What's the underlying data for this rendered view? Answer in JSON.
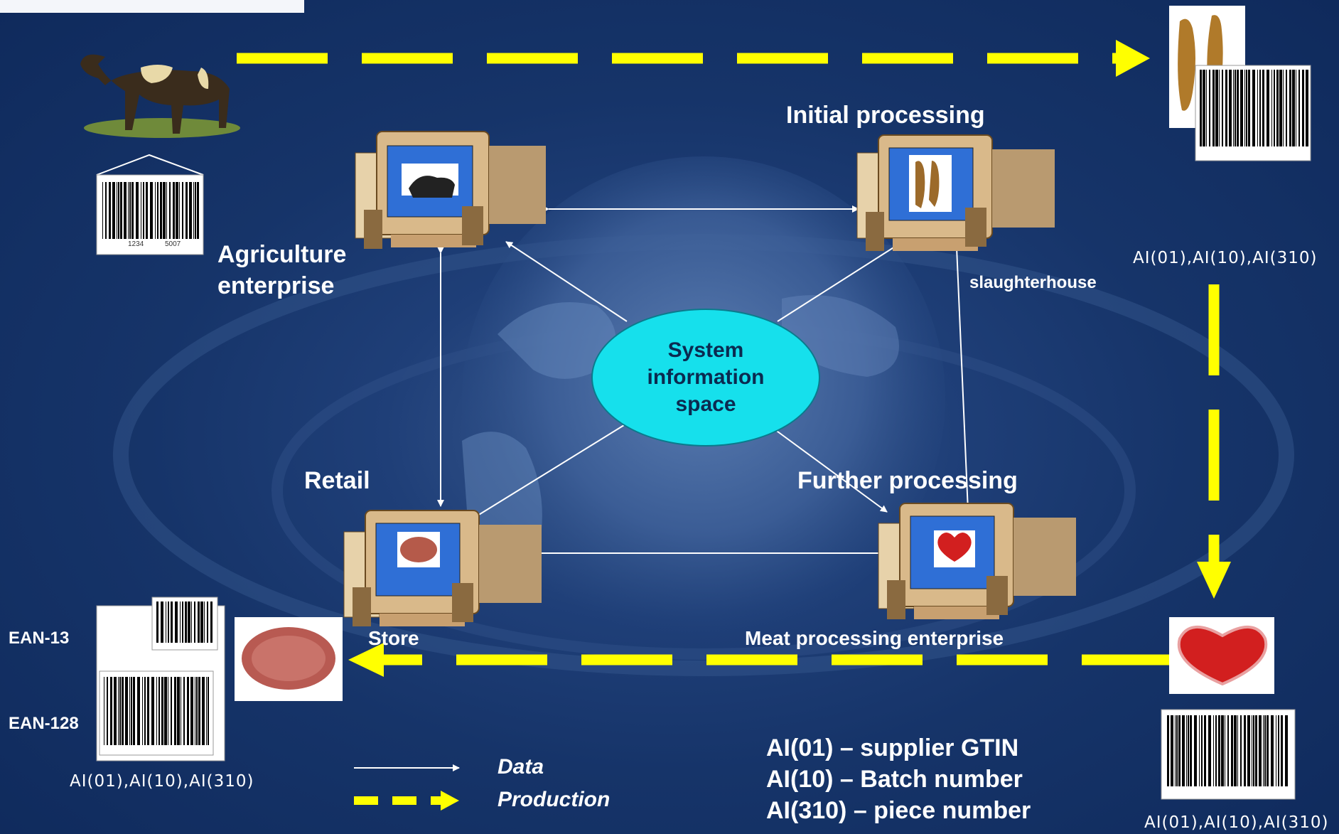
{
  "nodes": {
    "initial": "Initial processing",
    "agriculture_l1": "Agriculture",
    "agriculture_l2": "enterprise",
    "slaughterhouse": "slaughterhouse",
    "retail": "Retail",
    "further": "Further processing",
    "store": "Store",
    "meat_enterprise": "Meat processing enterprise"
  },
  "center": {
    "line1": "System",
    "line2": "information",
    "line3": "space"
  },
  "barcodes": {
    "ean13": "EAN-13",
    "ean128": "EAN-128",
    "num_left": "1234",
    "num_right": "5007"
  },
  "ai_codes": {
    "top_right": "AI(01),AI(10),AI(310)",
    "bottom_left": "AI(01),AI(10),AI(310)",
    "bottom_right": "AI(01),AI(10),AI(310)"
  },
  "legend": {
    "data": "Data",
    "production": "Production"
  },
  "definitions": {
    "line1": "AI(01) – supplier GTIN",
    "line2": "AI(10) – Batch number",
    "line3": "AI(310) – piece number"
  },
  "colors": {
    "background": "#163469",
    "production_arrow": "#ffff00",
    "center_blob": "#16e0ec",
    "data_arrow": "#ffffff"
  }
}
